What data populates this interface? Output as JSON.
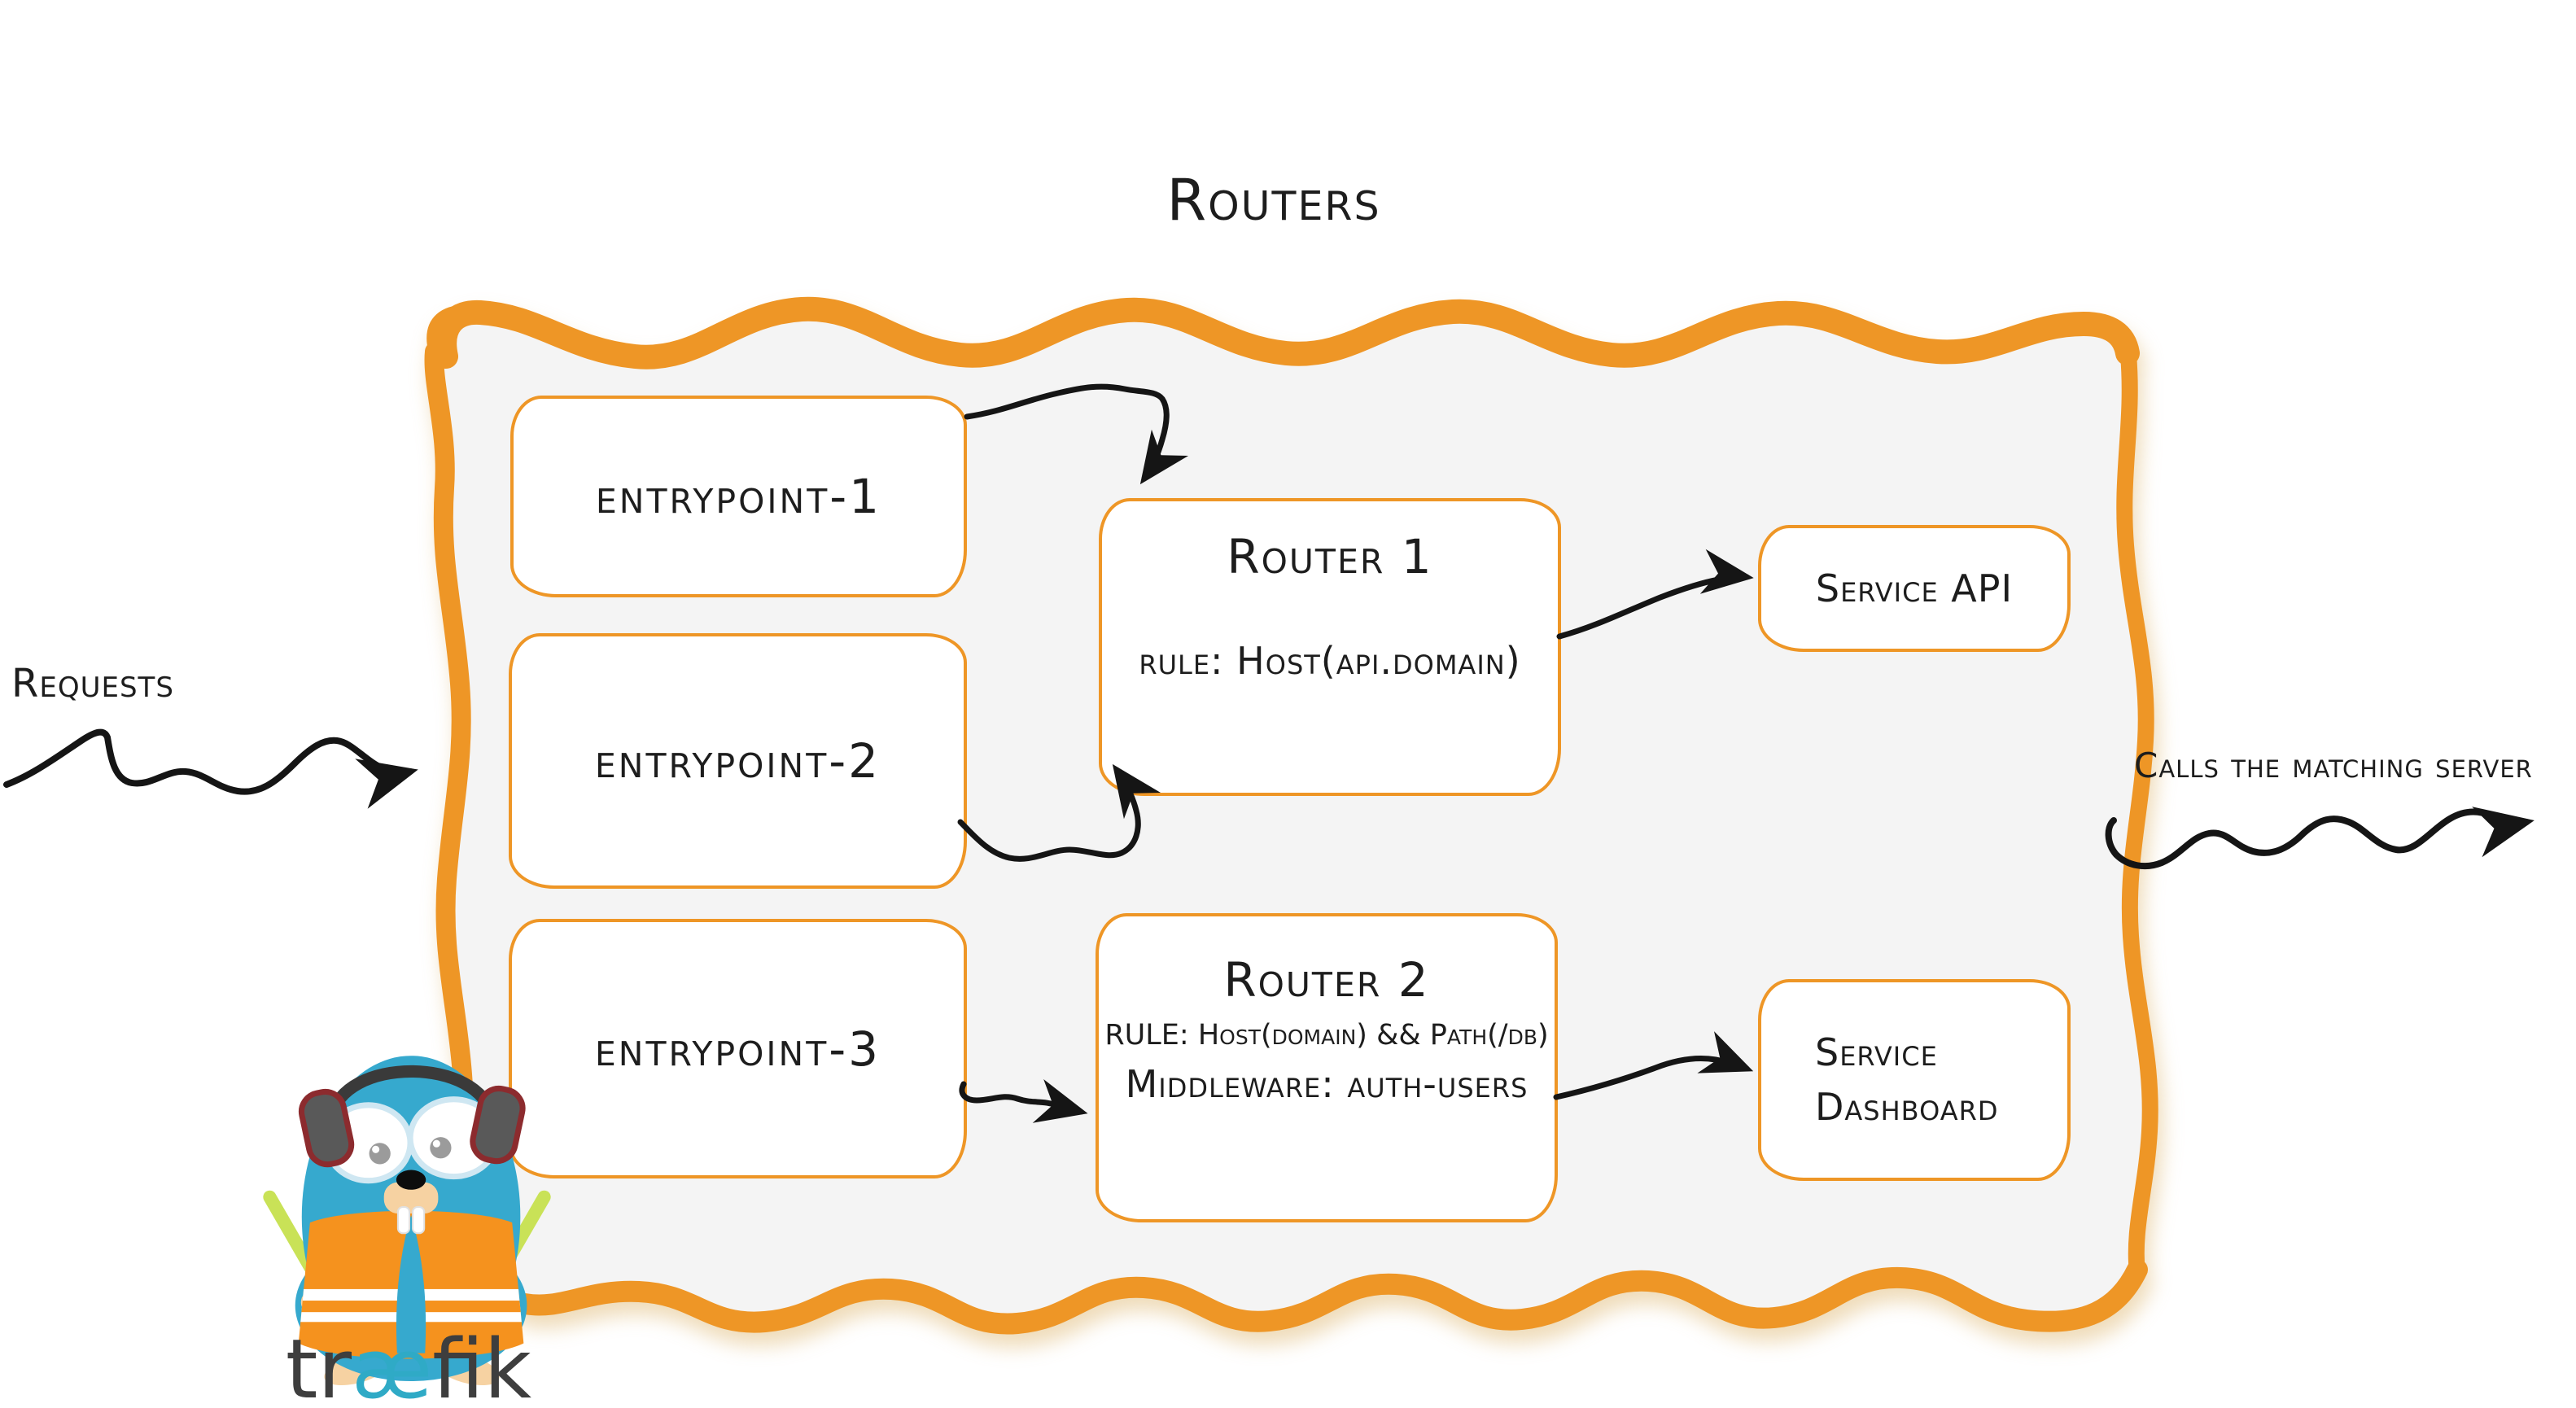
{
  "colors": {
    "accent_orange": "#EE9626",
    "panel_gray": "#f4f4f4",
    "ink": "#1d1d1d",
    "brand_blue": "#2FAAC6",
    "brand_dark": "#3E3E3E",
    "mascot_body_blue": "#36A9CE",
    "mascot_vest_orange": "#F5921E",
    "mascot_wand_green": "#C9E257"
  },
  "title": "Routers",
  "left_label": "Requests",
  "right_label": "Calls the matching server",
  "entrypoints": [
    {
      "label": "entrypoint-1"
    },
    {
      "label": "entrypoint-2"
    },
    {
      "label": "entrypoint-3"
    }
  ],
  "routers": [
    {
      "title": "Router 1",
      "lines": [
        "rule: Host(api.domain)"
      ]
    },
    {
      "title": "Router 2",
      "lines": [
        "RULE: Host(domain) && Path(/db)",
        "Middleware: auth-users"
      ]
    }
  ],
  "services": [
    {
      "label": "Service API"
    },
    {
      "label": "Service Dashboard"
    }
  ],
  "connections": [
    {
      "from": "Requests",
      "to": "routers-container"
    },
    {
      "from": "entrypoint-1",
      "to": "Router 1"
    },
    {
      "from": "entrypoint-2",
      "to": "Router 1"
    },
    {
      "from": "entrypoint-3",
      "to": "Router 2"
    },
    {
      "from": "Router 1",
      "to": "Service API"
    },
    {
      "from": "Router 2",
      "to": "Service Dashboard"
    },
    {
      "from": "routers-container",
      "to": "Calls the matching server"
    }
  ],
  "logo": {
    "brand_tr": "tr",
    "brand_ae": "æ",
    "brand_fik": "fik"
  }
}
